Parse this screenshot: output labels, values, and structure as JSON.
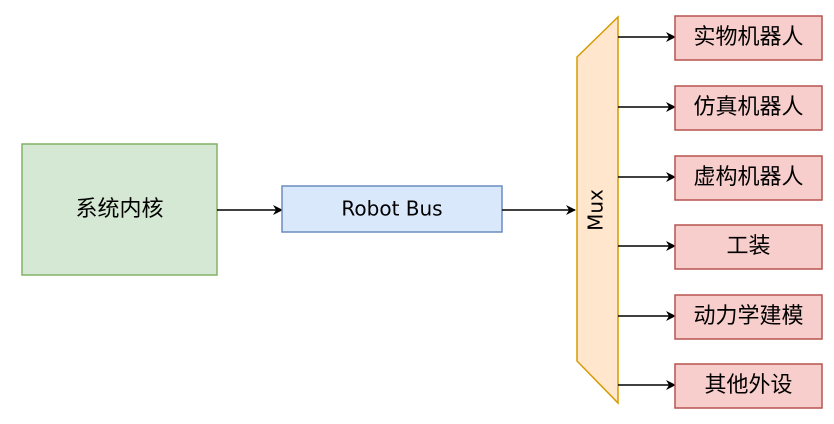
{
  "kernel": {
    "label": "系统内核",
    "fill": "#d5e8d4",
    "stroke": "#82b366"
  },
  "bus": {
    "label": "Robot Bus",
    "fill": "#dae8fc",
    "stroke": "#6c8ebf"
  },
  "mux": {
    "label": "Mux",
    "fill": "#ffe6cc",
    "stroke": "#d79b00"
  },
  "outputs_style": {
    "fill": "#f8cecc",
    "stroke": "#b85450"
  },
  "outputs": [
    {
      "label": "实物机器人"
    },
    {
      "label": "仿真机器人"
    },
    {
      "label": "虚构机器人"
    },
    {
      "label": "工装"
    },
    {
      "label": "动力学建模"
    },
    {
      "label": "其他外设"
    }
  ]
}
